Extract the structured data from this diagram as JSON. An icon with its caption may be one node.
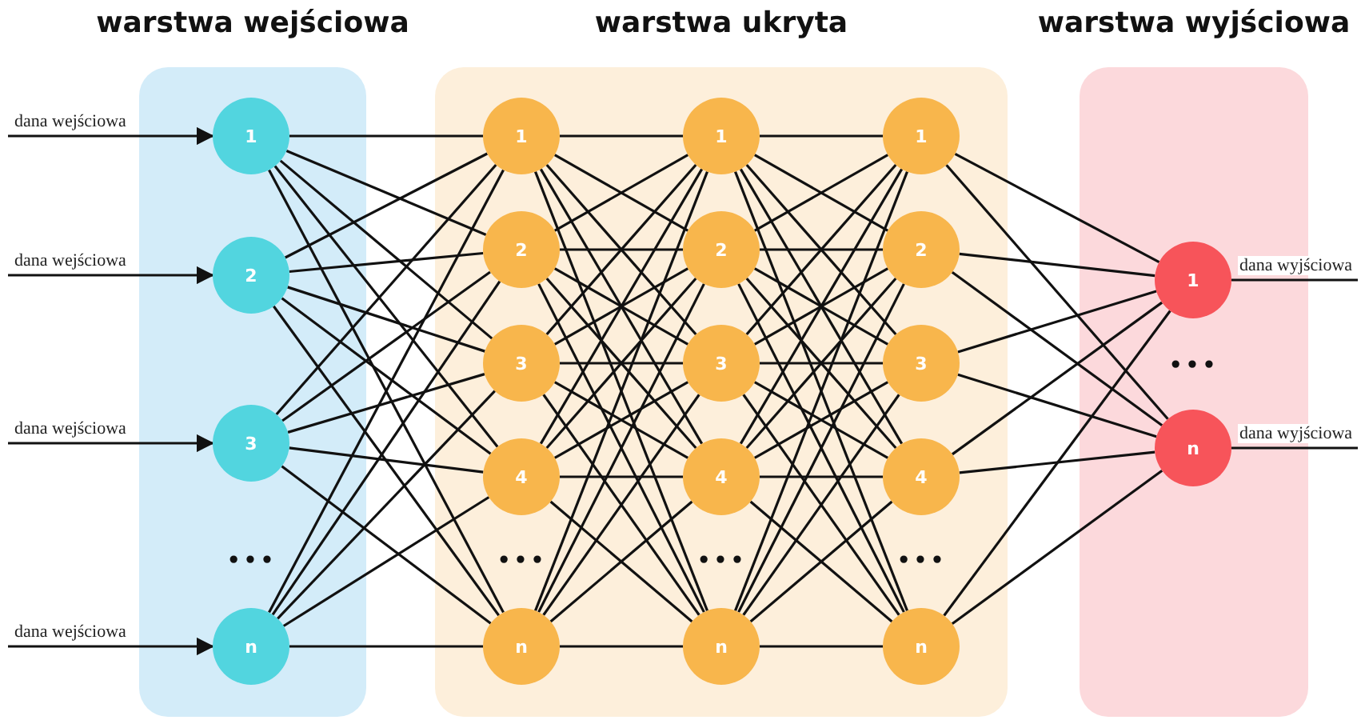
{
  "diagram": {
    "nodes": [
      {
        "text": [
          "warstwa wejściowa"
        ]
      },
      {
        "text": [
          "1"
        ],
        "in": 0
      },
      {
        "text": [
          "2"
        ],
        "in": 0
      },
      {
        "text": [
          "3"
        ],
        "in": 0
      },
      {
        "text": [
          "n"
        ],
        "in": 0
      },
      {
        "text": [
          "warstwa ukryta"
        ]
      },
      {
        "text": [
          "1"
        ],
        "in": 5
      },
      {
        "text": [
          "2"
        ],
        "in": 5
      },
      {
        "text": [
          "3"
        ],
        "in": 5
      },
      {
        "text": [
          "4"
        ],
        "in": 5
      },
      {
        "text": [
          "n"
        ],
        "in": 5
      },
      {
        "text": [
          "1"
        ],
        "in": 5
      },
      {
        "text": [
          "2"
        ],
        "in": 5
      },
      {
        "text": [
          "3"
        ],
        "in": 5
      },
      {
        "text": [
          "4"
        ],
        "in": 5
      },
      {
        "text": [
          "n"
        ],
        "in": 5
      },
      {
        "text": [
          "1"
        ],
        "in": 5
      },
      {
        "text": [
          "2"
        ],
        "in": 5
      },
      {
        "text": [
          "3"
        ],
        "in": 5
      },
      {
        "text": [
          "4"
        ],
        "in": 5
      },
      {
        "text": [
          "n"
        ],
        "in": 5
      },
      {
        "text": [
          "warstwa wyjściowa"
        ]
      },
      {
        "text": [
          "1"
        ],
        "in": 21
      },
      {
        "text": [
          "n"
        ],
        "in": 21
      }
    ],
    "edges": [
      {
        "from": null,
        "to": 1,
        "arrow": "to",
        "label": "dana wejściowa"
      },
      {
        "from": null,
        "to": 2,
        "arrow": "to",
        "label": "dana wejściowa"
      },
      {
        "from": null,
        "to": 3,
        "arrow": "to",
        "label": "dana wejściowa"
      },
      {
        "from": null,
        "to": 4,
        "arrow": "to",
        "label": "dana wejściowa"
      },
      {
        "from": 1,
        "to": 6,
        "arrow": "none"
      },
      {
        "from": 1,
        "to": 7,
        "arrow": "none"
      },
      {
        "from": 1,
        "to": 8,
        "arrow": "none"
      },
      {
        "from": 1,
        "to": 9,
        "arrow": "none"
      },
      {
        "from": 1,
        "to": 10,
        "arrow": "none"
      },
      {
        "from": 2,
        "to": 6,
        "arrow": "none"
      },
      {
        "from": 2,
        "to": 7,
        "arrow": "none"
      },
      {
        "from": 2,
        "to": 8,
        "arrow": "none"
      },
      {
        "from": 2,
        "to": 9,
        "arrow": "none"
      },
      {
        "from": 2,
        "to": 10,
        "arrow": "none"
      },
      {
        "from": 3,
        "to": 6,
        "arrow": "none"
      },
      {
        "from": 3,
        "to": 7,
        "arrow": "none"
      },
      {
        "from": 3,
        "to": 8,
        "arrow": "none"
      },
      {
        "from": 3,
        "to": 9,
        "arrow": "none"
      },
      {
        "from": 3,
        "to": 10,
        "arrow": "none"
      },
      {
        "from": 4,
        "to": 6,
        "arrow": "none"
      },
      {
        "from": 4,
        "to": 7,
        "arrow": "none"
      },
      {
        "from": 4,
        "to": 8,
        "arrow": "none"
      },
      {
        "from": 4,
        "to": 9,
        "arrow": "none"
      },
      {
        "from": 4,
        "to": 10,
        "arrow": "none"
      },
      {
        "from": 6,
        "to": 11,
        "arrow": "none"
      },
      {
        "from": 6,
        "to": 12,
        "arrow": "none"
      },
      {
        "from": 6,
        "to": 13,
        "arrow": "none"
      },
      {
        "from": 6,
        "to": 14,
        "arrow": "none"
      },
      {
        "from": 6,
        "to": 15,
        "arrow": "none"
      },
      {
        "from": 7,
        "to": 11,
        "arrow": "none"
      },
      {
        "from": 7,
        "to": 12,
        "arrow": "none"
      },
      {
        "from": 7,
        "to": 13,
        "arrow": "none"
      },
      {
        "from": 7,
        "to": 14,
        "arrow": "none"
      },
      {
        "from": 7,
        "to": 15,
        "arrow": "none"
      },
      {
        "from": 8,
        "to": 11,
        "arrow": "none"
      },
      {
        "from": 8,
        "to": 12,
        "arrow": "none"
      },
      {
        "from": 8,
        "to": 13,
        "arrow": "none"
      },
      {
        "from": 8,
        "to": 14,
        "arrow": "none"
      },
      {
        "from": 8,
        "to": 15,
        "arrow": "none"
      },
      {
        "from": 9,
        "to": 11,
        "arrow": "none"
      },
      {
        "from": 9,
        "to": 12,
        "arrow": "none"
      },
      {
        "from": 9,
        "to": 13,
        "arrow": "none"
      },
      {
        "from": 9,
        "to": 14,
        "arrow": "none"
      },
      {
        "from": 9,
        "to": 15,
        "arrow": "none"
      },
      {
        "from": 10,
        "to": 11,
        "arrow": "none"
      },
      {
        "from": 10,
        "to": 12,
        "arrow": "none"
      },
      {
        "from": 10,
        "to": 13,
        "arrow": "none"
      },
      {
        "from": 10,
        "to": 14,
        "arrow": "none"
      },
      {
        "from": 10,
        "to": 15,
        "arrow": "none"
      },
      {
        "from": 11,
        "to": 16,
        "arrow": "none"
      },
      {
        "from": 11,
        "to": 17,
        "arrow": "none"
      },
      {
        "from": 11,
        "to": 18,
        "arrow": "none"
      },
      {
        "from": 11,
        "to": 19,
        "arrow": "none"
      },
      {
        "from": 11,
        "to": 20,
        "arrow": "none"
      },
      {
        "from": 12,
        "to": 16,
        "arrow": "none"
      },
      {
        "from": 12,
        "to": 17,
        "arrow": "none"
      },
      {
        "from": 12,
        "to": 18,
        "arrow": "none"
      },
      {
        "from": 12,
        "to": 19,
        "arrow": "none"
      },
      {
        "from": 12,
        "to": 20,
        "arrow": "none"
      },
      {
        "from": 13,
        "to": 16,
        "arrow": "none"
      },
      {
        "from": 13,
        "to": 17,
        "arrow": "none"
      },
      {
        "from": 13,
        "to": 18,
        "arrow": "none"
      },
      {
        "from": 13,
        "to": 19,
        "arrow": "none"
      },
      {
        "from": 13,
        "to": 20,
        "arrow": "none"
      },
      {
        "from": 14,
        "to": 16,
        "arrow": "none"
      },
      {
        "from": 14,
        "to": 17,
        "arrow": "none"
      },
      {
        "from": 14,
        "to": 18,
        "arrow": "none"
      },
      {
        "from": 14,
        "to": 19,
        "arrow": "none"
      },
      {
        "from": 14,
        "to": 20,
        "arrow": "none"
      },
      {
        "from": 15,
        "to": 16,
        "arrow": "none"
      },
      {
        "from": 15,
        "to": 17,
        "arrow": "none"
      },
      {
        "from": 15,
        "to": 18,
        "arrow": "none"
      },
      {
        "from": 15,
        "to": 19,
        "arrow": "none"
      },
      {
        "from": 15,
        "to": 20,
        "arrow": "none"
      },
      {
        "from": 16,
        "to": 22,
        "arrow": "none"
      },
      {
        "from": 16,
        "to": 23,
        "arrow": "none"
      },
      {
        "from": 17,
        "to": 22,
        "arrow": "none"
      },
      {
        "from": 17,
        "to": 23,
        "arrow": "none"
      },
      {
        "from": 18,
        "to": 22,
        "arrow": "none"
      },
      {
        "from": 18,
        "to": 23,
        "arrow": "none"
      },
      {
        "from": 19,
        "to": 22,
        "arrow": "none"
      },
      {
        "from": 19,
        "to": 23,
        "arrow": "none"
      },
      {
        "from": 20,
        "to": 22,
        "arrow": "none"
      },
      {
        "from": 20,
        "to": 23,
        "arrow": "none"
      },
      {
        "from": 22,
        "to": null,
        "arrow": "none",
        "label": "dana wyjściowa"
      },
      {
        "from": 23,
        "to": null,
        "arrow": "none",
        "label": "dana wyjściowa"
      }
    ],
    "labels": [
      "•••",
      "•••",
      "•••",
      "•••",
      "•••"
    ]
  }
}
